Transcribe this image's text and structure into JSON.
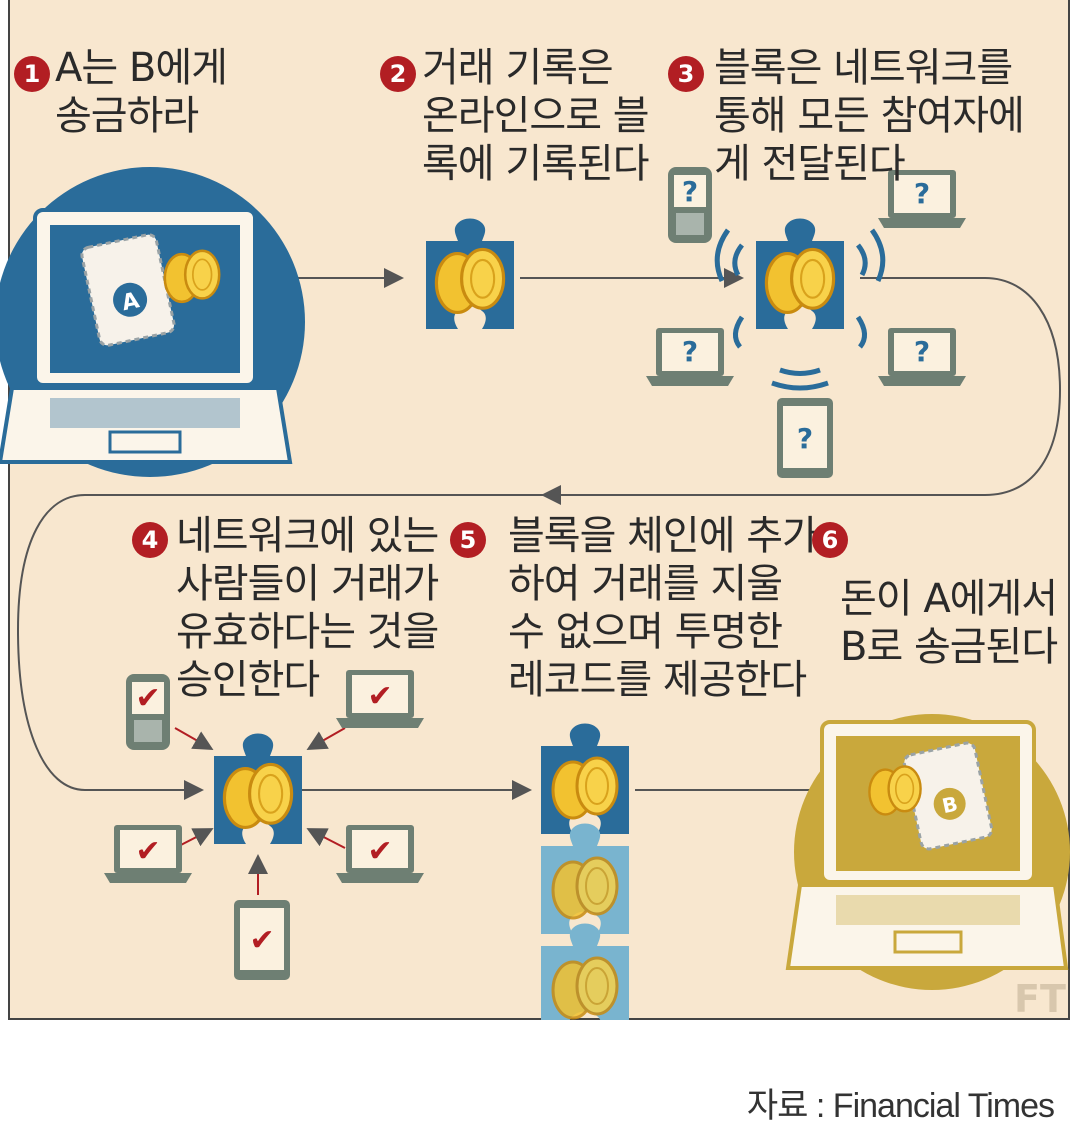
{
  "steps": [
    {
      "num": "1",
      "text": "A는 B에게\n송금하라"
    },
    {
      "num": "2",
      "text": "거래 기록은\n온라인으로 블\n록에 기록된다"
    },
    {
      "num": "3",
      "text": "블록은 네트워크를\n통해 모든 참여자에\n게 전달된다"
    },
    {
      "num": "4",
      "text": "네트워크에 있는\n사람들이 거래가\n유효하다는 것을\n승인한다"
    },
    {
      "num": "5",
      "text": "블록을 체인에 추가\n하여 거래를 지울\n수 없으며 투명한\n레코드를 제공한다"
    },
    {
      "num": "6",
      "text": "돈이 A에게서\nB로 송금된다"
    }
  ],
  "wallet_a_label": "A",
  "wallet_b_label": "B",
  "question_mark": "?",
  "check_mark": "✔",
  "watermark": "FT",
  "source": "자료 : Financial Times",
  "colors": {
    "background": "#f8e7cf",
    "blue": "#2a6c9a",
    "gold": "#c9a83c",
    "red": "#b21e23",
    "device": "#6e7f73"
  }
}
